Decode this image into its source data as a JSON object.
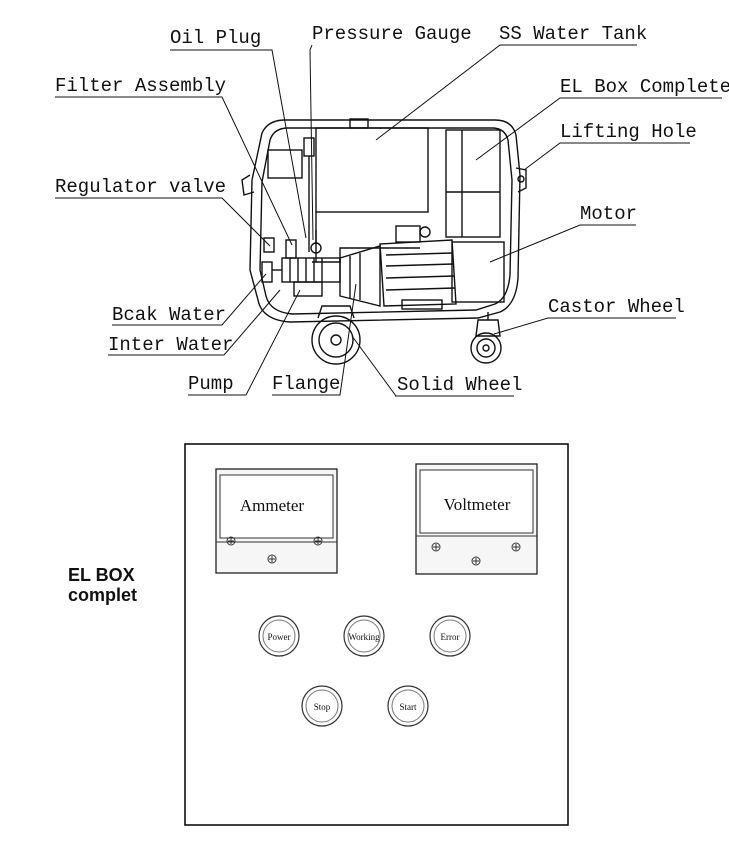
{
  "labels": {
    "oil_plug": "Oil Plug",
    "pressure_gauge": "Pressure Gauge",
    "ss_water_tank": "SS Water Tank",
    "filter_assembly": "Filter Assembly",
    "el_box_complete": "EL Box Complete",
    "lifting_hole": "Lifting Hole",
    "regulator_valve": "Regulator valve",
    "motor": "Motor",
    "back_water": "Bcak Water",
    "castor_wheel": "Castor Wheel",
    "inter_water": "Inter Water",
    "pump": "Pump",
    "flange": "Flange",
    "solid_wheel": "Solid Wheel"
  },
  "el_box": {
    "title_line1": "EL BOX",
    "title_line2": "complet",
    "ammeter": "Ammeter",
    "voltmeter": "Voltmeter",
    "buttons": {
      "power": "Power",
      "working": "Working",
      "error": "Error",
      "stop": "Stop",
      "start": "Start"
    }
  }
}
